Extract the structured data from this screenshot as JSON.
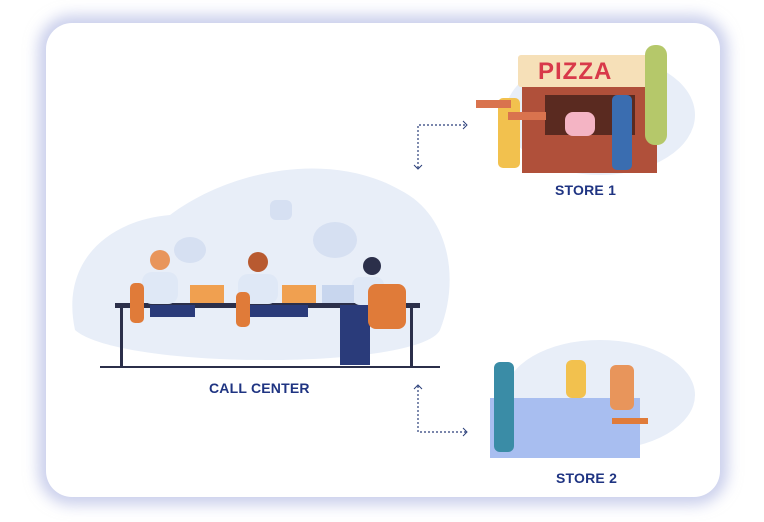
{
  "nodes": {
    "call_center": {
      "label": "CALL CENTER"
    },
    "store1": {
      "label": "STORE 1",
      "sign": "PIZZA"
    },
    "store2": {
      "label": "STORE 2"
    }
  },
  "colors": {
    "label": "#1f3482",
    "blob": "#e8eef8",
    "accent": "#e07b39"
  }
}
